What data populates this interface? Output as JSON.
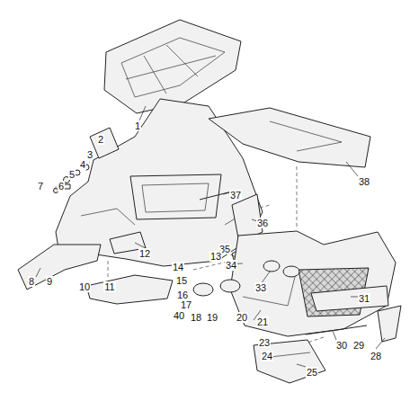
{
  "diagram": {
    "labels": [
      "1",
      "38",
      "2",
      "37",
      "36",
      "3",
      "4",
      "5",
      "6",
      "7",
      "35",
      "34",
      "13",
      "12",
      "14",
      "15",
      "33",
      "16",
      "17",
      "8",
      "9",
      "10",
      "11",
      "40",
      "18",
      "19",
      "31",
      "20",
      "21",
      "30",
      "29",
      "28",
      "23",
      "24",
      "25"
    ]
  }
}
